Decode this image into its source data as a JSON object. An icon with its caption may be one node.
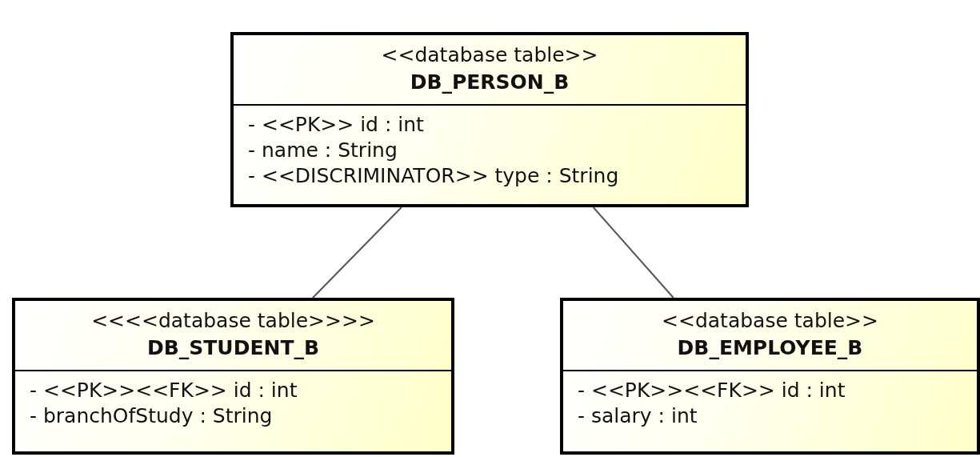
{
  "diagram": {
    "nodes": [
      {
        "text": [
          "<<database table>>",
          "DB_PERSON_B",
          "- <<PK>> id : int",
          "- name : String",
          "- <<DISCRIMINATOR>> type : String"
        ]
      },
      {
        "text": [
          "<<<<database table>>>>",
          "DB_STUDENT_B",
          "- <<PK>><<FK>> id : int",
          "- branchOfStudy : String"
        ]
      },
      {
        "text": [
          "<<database table>>",
          "DB_EMPLOYEE_B",
          "- <<PK>><<FK>> id : int",
          "- salary : int"
        ]
      }
    ],
    "edges": [
      {
        "from": 0,
        "to": 1,
        "arrow": "none"
      },
      {
        "from": 0,
        "to": 2,
        "arrow": "none"
      }
    ]
  }
}
